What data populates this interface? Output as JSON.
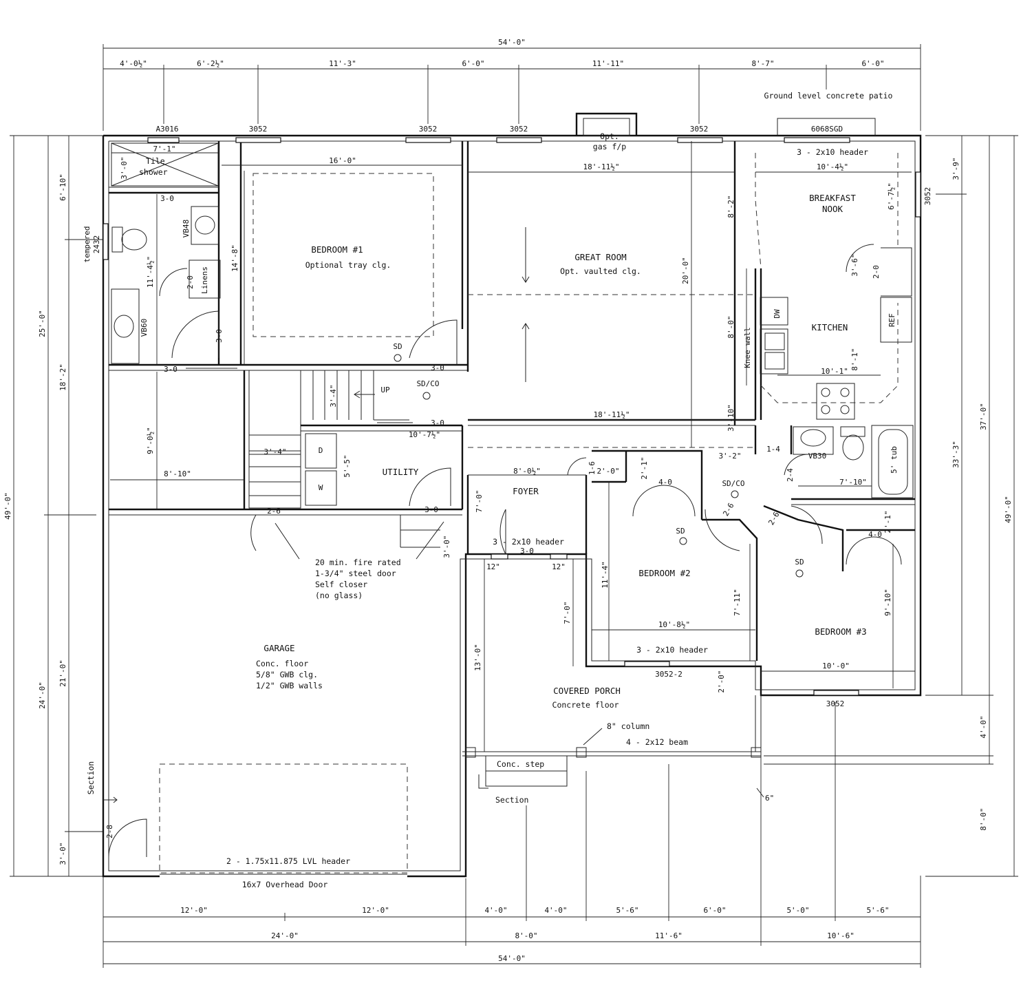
{
  "dimensions": {
    "overall_top": "54'-0\"",
    "top_segments": [
      "4'-0½\"",
      "6'-2½\"",
      "11'-3\"",
      "6'-0\"",
      "11'-11\"",
      "8'-7\"",
      "6'-0\""
    ],
    "overall_bottom": "54'-0\"",
    "bottom_row1": [
      "12'-0\"",
      "12'-0\"",
      "4'-0\"",
      "4'-0\"",
      "5'-6\"",
      "6'-0\"",
      "5'-0\"",
      "5'-6\""
    ],
    "bottom_row2": [
      "24'-0\"",
      "8'-0\"",
      "11'-6\"",
      "10'-6\""
    ],
    "left_overall": "49'-0\"",
    "left_mid": [
      "25'-0\"",
      "24'-0\""
    ],
    "left_inner": [
      "6'-10\"",
      "18'-2\"",
      "21'-0\"",
      "3'-0\""
    ],
    "right_overall": "49'-0\"",
    "right_mid": [
      "37'-0\""
    ],
    "right_inner": [
      "3'-9\"",
      "33'-3\"",
      "4'-0\"",
      "8'-0\""
    ],
    "interior": {
      "bath_w": "7'-1\"",
      "shower_h": "3'-0\"",
      "bath_door": "3-0",
      "bath_h": "11'-4½\"",
      "br1_w": "16'-0\"",
      "br1_h": "14'-8\"",
      "br1_door": "3-0",
      "br1_closet_door": "3-0",
      "linen_door": "2-0",
      "closet1_door": "3-0",
      "closet1_w": "8'-10\"",
      "closet1_h": "9'-0½\"",
      "stair_w": "3'-4\"",
      "stair_w2": "3'-4\"",
      "stair_door": "3-0",
      "great_w": "18'-11½\"",
      "great_h": "20'-0\"",
      "hall_w": "18'-11½\"",
      "utility_w": "10'-7½\"",
      "utility_h": "5'-5\"",
      "utility_door": "3-0",
      "garage_door_small": "2-6",
      "garage_step": "3'-0\"",
      "kitchen_h1": "8'-2\"",
      "kitchen_h2": "8'-0\"",
      "kitchen_h3": "3'-10\"",
      "nook_w": "10'-4½\"",
      "nook_h": "6'-7½\"",
      "kitchen_w": "10'-1\"",
      "kitchen_d": "8'-1\"",
      "pantry_door": "2-0",
      "pantry_w": "3'-6\"",
      "foyer_w": "8'-0½\"",
      "foyer_h": "7'-0\"",
      "foyer_door": "3-0",
      "foyer_12a": "12\"",
      "foyer_12b": "12\"",
      "foyer_closet": "1-6",
      "foyer_closet_w": "2'-0\"",
      "br2_closet_w": "2'-1\"",
      "br2_closet_door": "4-0",
      "hall2_w": "3'-2\"",
      "bath2_door": "1-4",
      "bath2_w": "7'-10\"",
      "bath2_door2": "2-4",
      "br2_door": "2-6",
      "br2_door2": "2-6",
      "br2_h": "11'-4\"",
      "br2_h2": "7'-11\"",
      "br2_w": "10'-8½\"",
      "porch_w": "7'-0\"",
      "br3_closet_door": "4-0",
      "br3_closet_w": "2'-1\"",
      "br3_h": "9'-10\"",
      "br3_w": "10'-0\"",
      "porch_h": "13'-0\"",
      "porch_step": "2'-0\"",
      "garage_side_door": "2-8"
    }
  },
  "rooms": {
    "bedroom1": {
      "name": "BEDROOM #1",
      "note": "Optional tray clg."
    },
    "great_room": {
      "name": "GREAT ROOM",
      "note": "Opt. vaulted clg."
    },
    "breakfast": {
      "line1": "BREAKFAST",
      "line2": "NOOK"
    },
    "kitchen": {
      "name": "KITCHEN"
    },
    "utility": {
      "name": "UTILITY"
    },
    "foyer": {
      "name": "FOYER"
    },
    "bedroom2": {
      "name": "BEDROOM #2"
    },
    "bedroom3": {
      "name": "BEDROOM #3"
    },
    "garage": {
      "name": "GARAGE",
      "line1": "Conc. floor",
      "line2": "5/8\" GWB clg.",
      "line3": "1/2\" GWB walls"
    },
    "porch": {
      "name": "COVERED PORCH",
      "note": "Concrete floor"
    }
  },
  "windows": {
    "w1": "A3016",
    "w2": "3052",
    "w3": "3052",
    "w4": "3052",
    "w5": "3052",
    "sgd": "6068SGD",
    "right": "3052",
    "left_tempered": "tempered",
    "left_size": "2432",
    "br2": "3052-2",
    "br3": "3052"
  },
  "labels": {
    "patio": "Ground level concrete patio",
    "fireplace1": "Opt.",
    "fireplace2": "gas f/p",
    "header_sgd": "3 - 2x10 header",
    "header_foyer": "3 - 2x10 header",
    "header_br2": "3 - 2x10 header",
    "tile1": "Tile",
    "tile2": "shower",
    "vb48": "VB48",
    "vb60": "VB60",
    "vb30": "VB30",
    "linens": "Linens",
    "sd": "SD",
    "sdco": "SD/CO",
    "up": "UP",
    "dryer": "D",
    "washer": "W",
    "dw": "DW",
    "ref": "REF",
    "knee": "Knee wall",
    "tub": "5' tub",
    "fire1": "20 min. fire rated",
    "fire2": "1-3/4\" steel door",
    "fire3": "Self closer",
    "fire4": "(no glass)",
    "column": "8\" column",
    "beam": "4 - 2x12 beam",
    "step": "Conc. step",
    "section": "Section",
    "six": "6\"",
    "lvl": "2 - 1.75x11.875 LVL header",
    "overhead": "16x7 Overhead Door"
  }
}
